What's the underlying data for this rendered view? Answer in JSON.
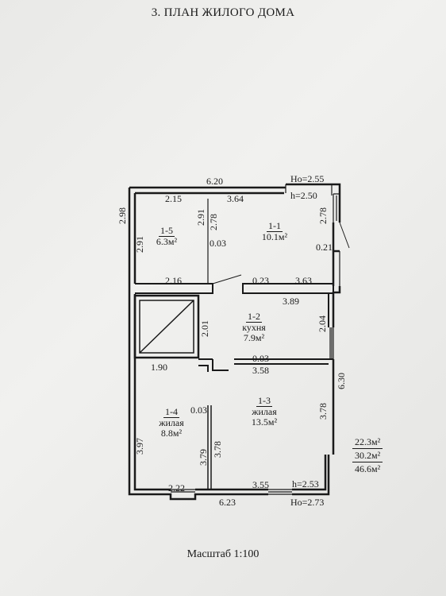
{
  "title": "3. ПЛАН ЖИЛОГО ДОМА",
  "scale": "Масштаб 1:100",
  "height_labels": {
    "top_ho": "Ho=2.55",
    "top_h": "h=2.50",
    "bottom_h": "h=2.53",
    "bottom_ho": "Ho=2.73"
  },
  "dimensions": {
    "top_total": "6.20",
    "top_left_inner": "2.15",
    "top_right_inner": "3.64",
    "left_outer_top": "2.98",
    "room15_height": "2.91",
    "partition_a": "2.91",
    "partition_b": "2.78",
    "partition_thickness": "0.03",
    "right_window_top": "2.78",
    "right_offset": "0.21",
    "mid_left": "2.16",
    "mid_thickness": "0.23",
    "mid_right": "3.63",
    "kitchen_width": "3.89",
    "kitchen_right_height": "2.04",
    "stair_height": "2.01",
    "stair_width": "1.90",
    "kitchen_wall_thickness": "0.03",
    "room13_width": "3.58",
    "right_outer_bottom": "6.30",
    "room13_height": "3.78",
    "room14_wall_thickness": "0.03",
    "left_outer_bottom": "3.97",
    "partition_left": "3.79",
    "partition_right": "3.78",
    "bottom_left": "2.22",
    "bottom_right": "3.55",
    "bottom_total": "6.23"
  },
  "rooms": [
    {
      "id": "1-5",
      "name": "",
      "area": "6.3м²"
    },
    {
      "id": "1-1",
      "name": "",
      "area": "10.1м²"
    },
    {
      "id": "1-2",
      "name": "кухня",
      "area": "7.9м²"
    },
    {
      "id": "1-4",
      "name": "жилая",
      "area": "8.8м²"
    },
    {
      "id": "1-3",
      "name": "жилая",
      "area": "13.5м²"
    }
  ],
  "totals": [
    "22.3м²",
    "30.2м²",
    "46.6м²"
  ]
}
